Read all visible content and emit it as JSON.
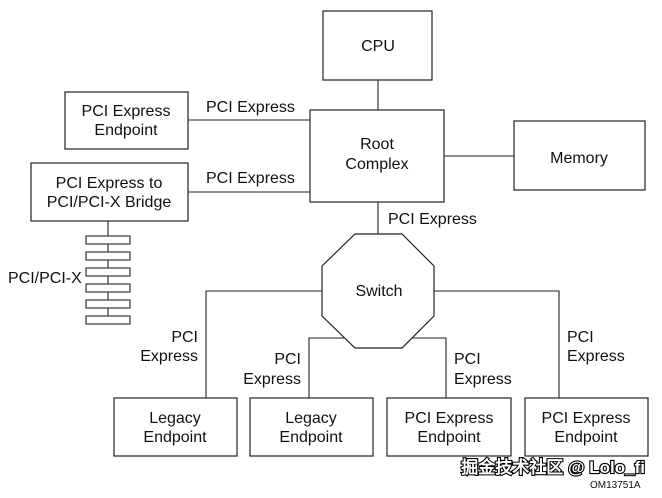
{
  "nodes": {
    "cpu": "CPU",
    "root_complex": [
      "Root",
      "Complex"
    ],
    "memory": "Memory",
    "pcie_endpoint_top": [
      "PCI Express",
      "Endpoint"
    ],
    "bridge": [
      "PCI Express to",
      "PCI/PCI-X Bridge"
    ],
    "switch": "Switch",
    "legacy_endpoint_1": [
      "Legacy",
      "Endpoint"
    ],
    "legacy_endpoint_2": [
      "Legacy",
      "Endpoint"
    ],
    "pcie_endpoint_3": [
      "PCI Express",
      "Endpoint"
    ],
    "pcie_endpoint_4": [
      "PCI Express",
      "Endpoint"
    ]
  },
  "edge_labels": {
    "endpoint_to_root": "PCI Express",
    "bridge_to_root": "PCI Express",
    "root_to_switch": "PCI Express",
    "switch_to_legacy1": [
      "PCI",
      "Express"
    ],
    "switch_to_legacy2": [
      "PCI",
      "Express"
    ],
    "switch_to_pcie3": [
      "PCI",
      "Express"
    ],
    "switch_to_pcie4": [
      "PCI",
      "Express"
    ]
  },
  "bus_label": "PCI/PCI-X",
  "figure_id": "OM13751A",
  "watermark": "掘金技术社区 @ Lolo_fi"
}
